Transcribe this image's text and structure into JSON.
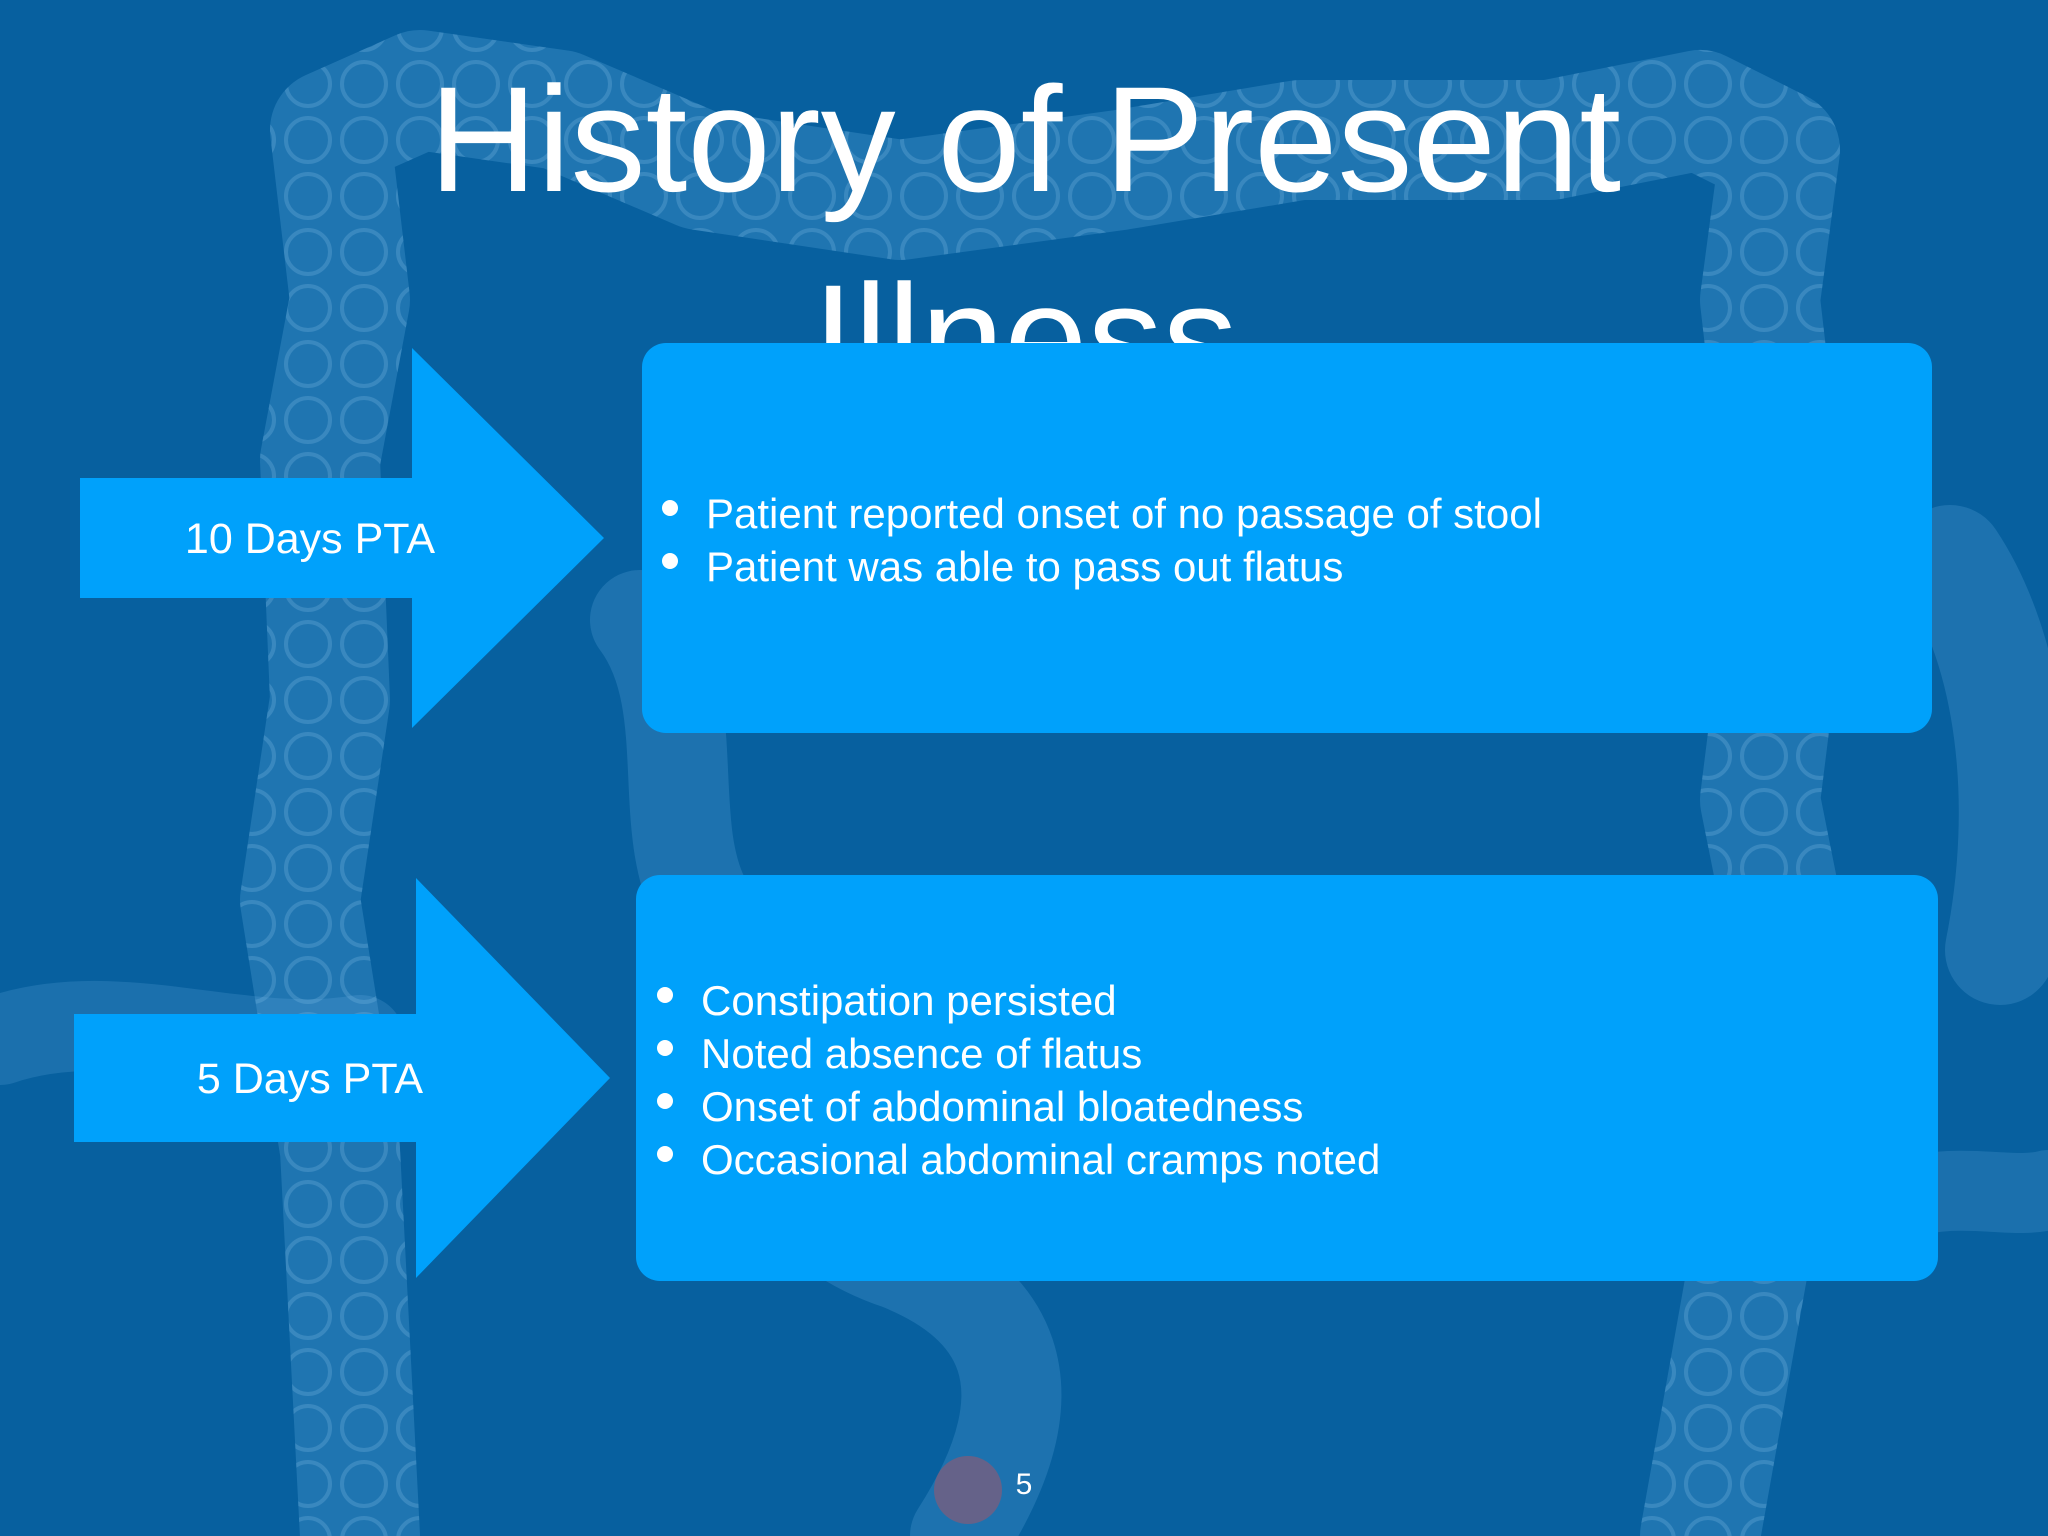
{
  "slide": {
    "title": "History of Present Illness",
    "page_number": "5",
    "background_illustration": "colon-anatomy-illustration",
    "colors": {
      "background": "#07609f",
      "accent": "#00a1fb",
      "text": "#ffffff"
    }
  },
  "timeline": [
    {
      "label": "10 Days PTA",
      "items": [
        "Patient reported onset of no passage of stool",
        "Patient was able to pass out flatus"
      ]
    },
    {
      "label": "5 Days PTA",
      "items": [
        "Constipation persisted",
        "Noted absence of flatus",
        "Onset of abdominal bloatedness",
        "Occasional abdominal cramps noted"
      ]
    }
  ]
}
